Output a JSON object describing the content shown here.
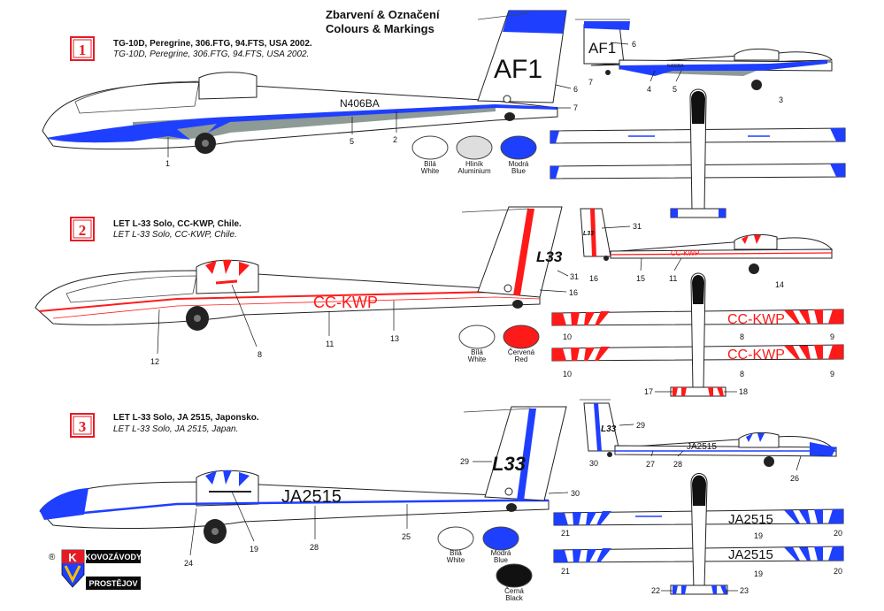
{
  "header": {
    "title_cz": "Zbarvení & Označení",
    "title_en": "Colours & Markings"
  },
  "colors": {
    "white": "#ffffff",
    "aluminium": "#dedede",
    "blue": "#1f3fff",
    "red": "#ff1a1a",
    "black": "#111111",
    "grey": "#8d9a96",
    "badge_red": "#e51b24"
  },
  "schemes": [
    {
      "number": "1",
      "line1": "TG-10D, Peregrine, 306.FTG, 94.FTS, USA 2002.",
      "line2": "TG-10D, Peregrine, 306.FTG, 94.FTS, USA 2002.",
      "fuselage_reg": "N406BA",
      "tail_code": "AF1",
      "swatches": [
        {
          "cz": "Bílá",
          "en": "White",
          "color": "#ffffff"
        },
        {
          "cz": "Hliník",
          "en": "Aluminium",
          "color": "#dedede"
        },
        {
          "cz": "Modrá",
          "en": "Blue",
          "color": "#1f3fff"
        }
      ],
      "side_callouts": [
        "1",
        "5",
        "2",
        "6",
        "7"
      ],
      "top_callouts": [
        "6",
        "7",
        "4",
        "5",
        "3"
      ]
    },
    {
      "number": "2",
      "line1": "LET L-33 Solo, CC-KWP, Chile.",
      "line2": "LET L-33 Solo, CC-KWP, Chile.",
      "fuselage_reg": "CC-KWP",
      "tail_code": "L33",
      "wing_reg": "CC-KWP",
      "swatches": [
        {
          "cz": "Bílá",
          "en": "White",
          "color": "#ffffff"
        },
        {
          "cz": "Červená",
          "en": "Red",
          "color": "#ff1a1a"
        }
      ],
      "side_callouts": [
        "12",
        "8",
        "11",
        "13",
        "31",
        "16"
      ],
      "top_callouts": [
        "31",
        "16",
        "15",
        "11",
        "14"
      ],
      "plan_callouts": [
        "10",
        "8",
        "9",
        "10",
        "8",
        "9",
        "17",
        "18"
      ]
    },
    {
      "number": "3",
      "line1": "LET L-33 Solo, JA 2515, Japonsko.",
      "line2": "LET L-33 Solo, JA 2515, Japan.",
      "fuselage_reg": "JA2515",
      "tail_code": "L33",
      "wing_reg": "JA2515",
      "swatches": [
        {
          "cz": "Bílá",
          "en": "White",
          "color": "#ffffff"
        },
        {
          "cz": "Modrá",
          "en": "Blue",
          "color": "#1f3fff"
        },
        {
          "cz": "Černá",
          "en": "Black",
          "color": "#111111"
        }
      ],
      "side_callouts": [
        "24",
        "19",
        "28",
        "25",
        "29",
        "30"
      ],
      "top_callouts": [
        "29",
        "30",
        "27",
        "28",
        "26"
      ],
      "plan_callouts": [
        "21",
        "19",
        "20",
        "21",
        "19",
        "20",
        "22",
        "23"
      ]
    }
  ],
  "logo": {
    "registered": "®",
    "letter": "K",
    "line1": "KOVOZÁVODY",
    "line2": "PROSTĚJOV"
  }
}
